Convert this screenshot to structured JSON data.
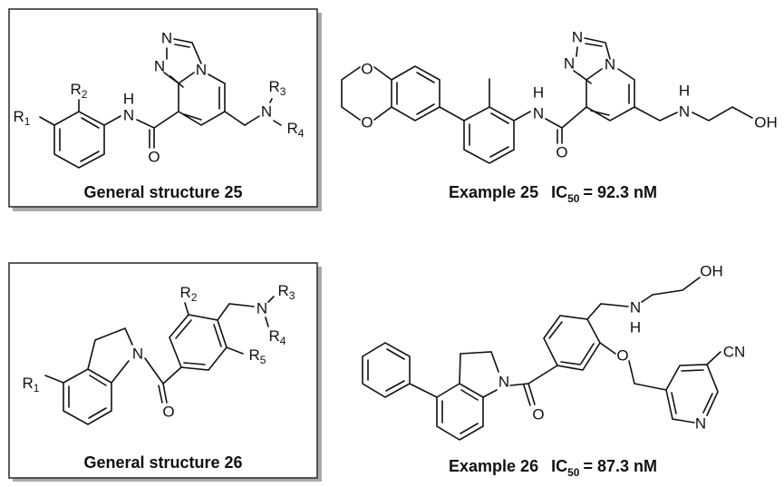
{
  "general_25": {
    "caption": "General structure 25",
    "labels": {
      "R1": "R",
      "R1_sub": "1",
      "R2": "R",
      "R2_sub": "2",
      "R3": "R",
      "R3_sub": "3",
      "R4": "R",
      "R4_sub": "4",
      "amide_N": "N",
      "amide_H": "H",
      "O": "O",
      "N1": "N",
      "N2": "N",
      "N4": "N",
      "amine_N": "N"
    }
  },
  "example_25": {
    "name": "Example 25",
    "ic_label": "IC",
    "ic_sub": "50",
    "ic_value": "= 92.3 nM",
    "labels": {
      "O1": "O",
      "O2": "O",
      "amide_N": "N",
      "amide_H": "H",
      "O": "O",
      "N1": "N",
      "N2": "N",
      "N4": "N",
      "amine_N": "N",
      "amine_H": "H",
      "OH": "OH"
    }
  },
  "general_26": {
    "caption": "General structure 26",
    "labels": {
      "R1": "R",
      "R1_sub": "1",
      "R2": "R",
      "R2_sub": "2",
      "R3": "R",
      "R3_sub": "3",
      "R4": "R",
      "R4_sub": "4",
      "R5": "R",
      "R5_sub": "5",
      "N_indoline": "N",
      "O": "O",
      "amine_N": "N"
    }
  },
  "example_26": {
    "name": "Example 26",
    "ic_label": "IC",
    "ic_sub": "50",
    "ic_value": "= 87.3 nM",
    "labels": {
      "N_indoline": "N",
      "O": "O",
      "amine_N": "N",
      "amine_H": "H",
      "OH": "OH",
      "ether_O": "O",
      "CN": "CN",
      "pyridine_N": "N"
    }
  }
}
